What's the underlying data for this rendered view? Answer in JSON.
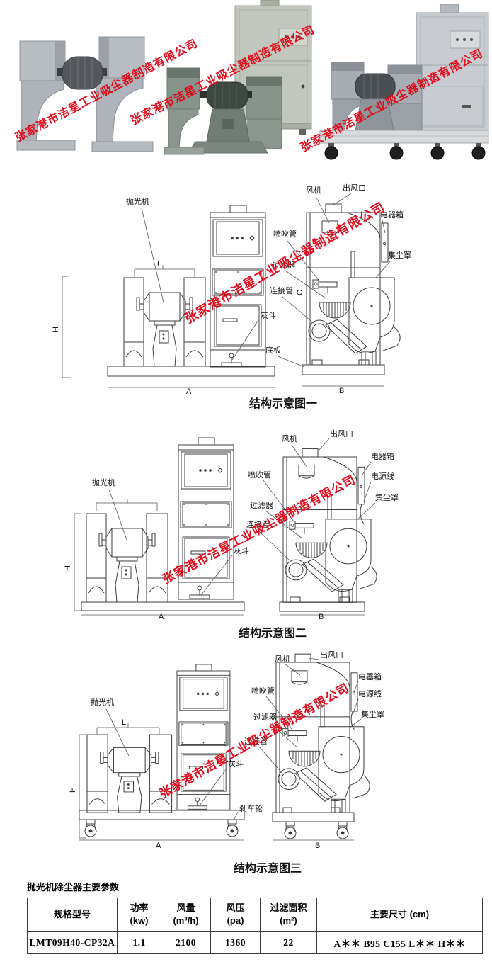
{
  "watermark": {
    "text": "张家港市洁星工业吸尘器制造有限公司",
    "color": "#e60012"
  },
  "photos": {
    "left_machine": "double-wheel polishing machine",
    "middle_machine": "polishing machine with dust collector cabinet",
    "right_machine": "mobile polishing machine with dust collector on wheeled platform"
  },
  "diagrams": [
    {
      "caption": "结构示意图一",
      "labels": {
        "polisher": "抛光机",
        "fan": "风机",
        "outlet": "出风口",
        "electric_box": "电器箱",
        "blow_pipe": "喷吹管",
        "filter": "过滤器",
        "connect_pipe": "连接管",
        "ash_hopper": "灰斗",
        "base_plate": "底板",
        "dust_hood": "集尘罩"
      },
      "dims": {
        "H": "H",
        "L": "L",
        "A": "A",
        "B": "B",
        "C": "C"
      }
    },
    {
      "caption": "结构示意图二",
      "labels": {
        "polisher": "抛光机",
        "fan": "风机",
        "outlet": "出风口",
        "electric_box": "电器箱",
        "power_line": "电源线",
        "blow_pipe": "喷吹管",
        "filter": "过滤器",
        "connect_pipe": "连接管",
        "ash_hopper": "灰斗",
        "dust_hood": "集尘罩"
      },
      "dims": {
        "H": "H",
        "A": "A",
        "B": "B"
      }
    },
    {
      "caption": "结构示意图三",
      "labels": {
        "polisher": "抛光机",
        "fan": "风机",
        "outlet": "出风口",
        "electric_box": "电器箱",
        "power_line": "电源线",
        "blow_pipe": "喷吹管",
        "filter": "过滤器",
        "connect_pipe": "连接管",
        "ash_hopper": "灰斗",
        "dust_hood": "集尘罩",
        "brake_wheel": "刹车轮"
      },
      "dims": {
        "H": "H",
        "L": "L",
        "A": "A",
        "B": "B"
      }
    }
  ],
  "table": {
    "title": "抛光机除尘器主要参数",
    "headers": [
      {
        "l1": "规格型号",
        "l2": ""
      },
      {
        "l1": "功率",
        "l2": "(kw)"
      },
      {
        "l1": "风量",
        "l2": "(m³/h)"
      },
      {
        "l1": "风压",
        "l2": "(pa)"
      },
      {
        "l1": "过滤面积",
        "l2": "(m²)"
      },
      {
        "l1": "主要尺寸 (cm)",
        "l2": ""
      }
    ],
    "row": [
      "LMT09H40-CP32A",
      "1.1",
      "2100",
      "1360",
      "22",
      "A＊＊ B95 C155 L＊＊ H＊＊"
    ]
  }
}
